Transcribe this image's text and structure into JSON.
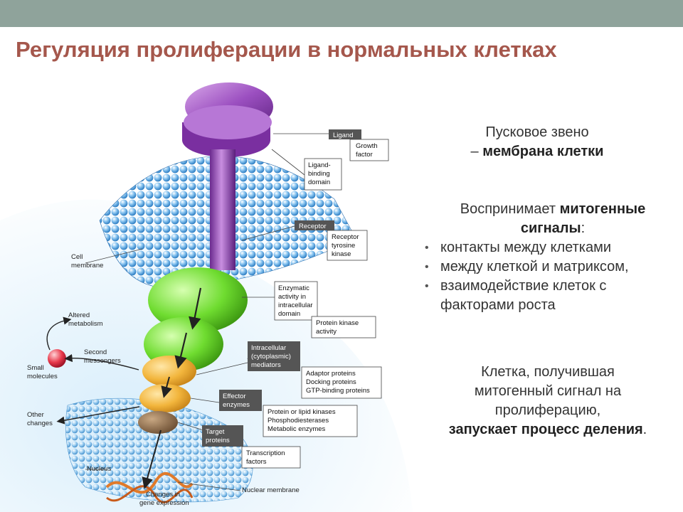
{
  "slide": {
    "title": "Регуляция пролиферации в нормальных клетках",
    "colors": {
      "title": "#a5574c",
      "topbar": "#8fa39b",
      "receptor": "#8e3fa6",
      "enzymatic": "#5fcf2a",
      "adaptor": "#f0b43a",
      "target": "#8a6a4a"
    }
  },
  "right": {
    "p1_line1": "Пусковое звено",
    "p1_line2_prefix": "– ",
    "p1_line2_bold": "мембрана клетки",
    "p2_prefix": "Воспринимает ",
    "p2_bold": "митогенные сигналы",
    "p2_suffix": ":",
    "bullets": [
      "контакты между клетками",
      "между клеткой и матриксом,",
      "взаимодействие клеток с факторами роста"
    ],
    "p3_line1": "Клетка, получившая",
    "p3_line2": "митогенный сигнал на",
    "p3_line3": "пролиферацию,",
    "p3_line4_bold": "запускает процесс деления",
    "p3_line4_suffix": "."
  },
  "diagram": {
    "ligand": "Ligand",
    "growth_factor": [
      "Growth",
      "factor"
    ],
    "ligand_binding": [
      "Ligand-",
      "binding",
      "domain"
    ],
    "receptor": "Receptor",
    "rtk": [
      "Receptor",
      "tyrosine",
      "kinase"
    ],
    "cell_membrane": [
      "Cell",
      "membrane"
    ],
    "enzymatic": [
      "Enzymatic",
      "activity in",
      "intracellular",
      "domain"
    ],
    "protein_kinase": [
      "Protein kinase",
      "activity"
    ],
    "altered_metabolism": [
      "Altered",
      "metabolism"
    ],
    "second_messengers": [
      "Second",
      "messengers"
    ],
    "small_molecules": [
      "Small",
      "molecules"
    ],
    "intracellular": [
      "Intracellular",
      "(cytoplasmic)",
      "mediators"
    ],
    "adaptor": [
      "Adaptor proteins",
      "Docking proteins",
      "GTP-binding proteins"
    ],
    "effector": [
      "Effector",
      "enzymes"
    ],
    "other_changes": [
      "Other",
      "changes"
    ],
    "kinases": [
      "Protein or lipid kinases",
      "Phosphodiesterases",
      "Metabolic enzymes"
    ],
    "target_proteins": [
      "Target",
      "proteins"
    ],
    "transcription": [
      "Transcription",
      "factors"
    ],
    "nucleus": "Nucleus",
    "nuclear_membrane": "Nuclear membrane",
    "gene_expression": [
      "Changes in",
      "gene expression"
    ]
  }
}
